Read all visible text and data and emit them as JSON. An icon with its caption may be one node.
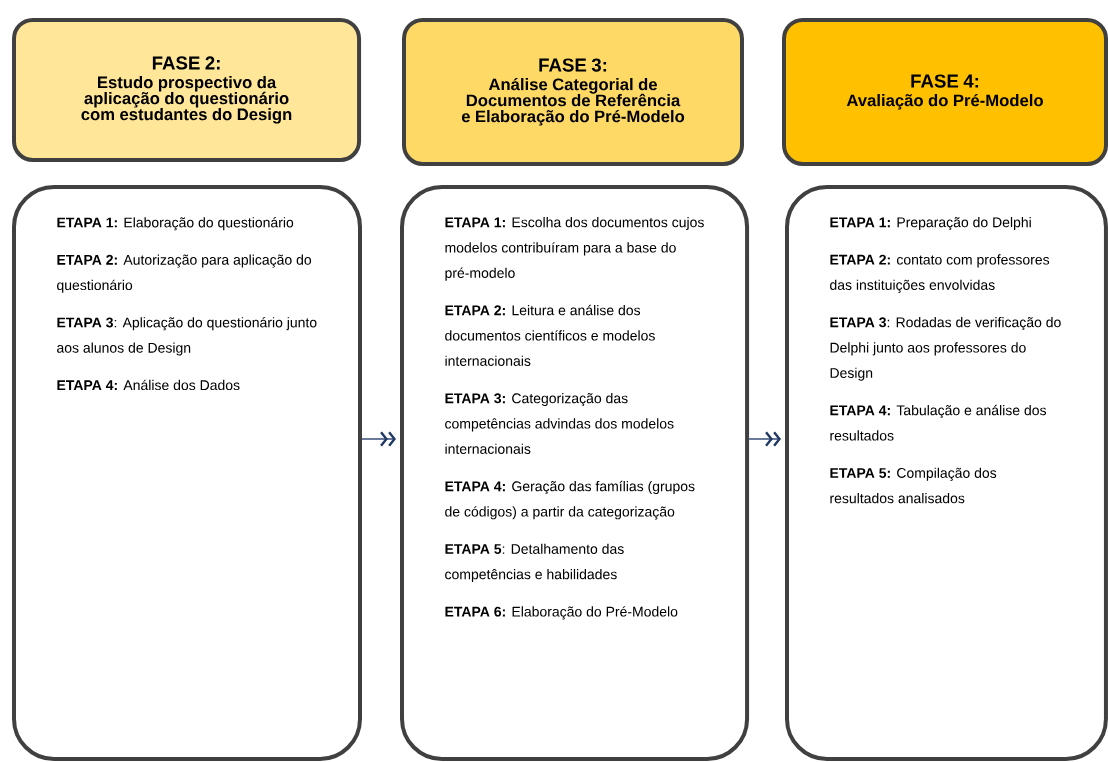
{
  "diagram": {
    "nodes": [
      {
        "text": [
          "FASE 2:",
          "Estudo prospectivo da aplicação do questionário com estudantes do Design"
        ]
      },
      {
        "text": [
          "**ETAPA 1:** Elaboração do questionário",
          "**ETAPA 2:** Autorização para aplicação do questionário",
          "**ETAPA 3**: Aplicação do questionário junto aos alunos de Design",
          "**ETAPA 4:** Análise dos Dados"
        ]
      },
      {
        "text": [
          "FASE 3:",
          "Análise Categorial de Documentos de Referência e Elaboração do Pré-Modelo"
        ]
      },
      {
        "text": [
          "**ETAPA 1:** Escolha dos documentos cujos modelos contribuíram para a base do pré-modelo",
          "**ETAPA 2:** Leitura e análise dos documentos científicos e modelos internacionais",
          "**ETAPA 3:** Categorização das competências advindas dos modelos internacionais",
          "**ETAPA 4:** Geração das famílias (grupos de códigos) a partir da categorização",
          "**ETAPA 5**: Detalhamento das competências e habilidades",
          "**ETAPA 6:** Elaboração do Pré-Modelo"
        ]
      },
      {
        "text": [
          "FASE 4:",
          "Avaliação do Pré-Modelo"
        ]
      },
      {
        "text": [
          "**ETAPA 1:** Preparação do Delphi",
          "**ETAPA 2:** contato com professores das instituições envolvidas",
          "**ETAPA 3**: Rodadas de verificação do Delphi junto aos professores do Design",
          "**ETAPA 4:** Tabulação e análise dos resultados",
          "**ETAPA 5:** Compilação dos resultados analisados"
        ]
      }
    ],
    "edges": [
      {
        "from": 1,
        "to": 3,
        "arrow": "to"
      },
      {
        "from": 3,
        "to": 5,
        "arrow": "to"
      }
    ]
  }
}
